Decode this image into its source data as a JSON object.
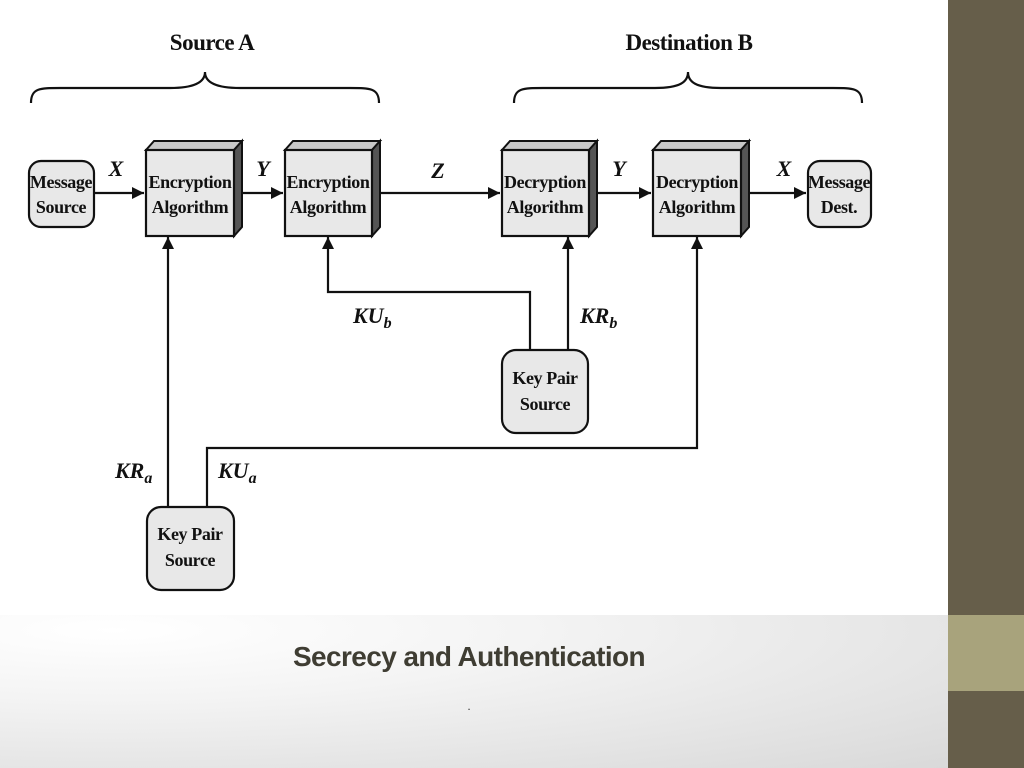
{
  "diagram": {
    "source_header": "Source A",
    "dest_header": "Destination B",
    "message_source": [
      "Message",
      "Source"
    ],
    "encryption_1": [
      "Encryption",
      "Algorithm"
    ],
    "encryption_2": [
      "Encryption",
      "Algorithm"
    ],
    "decryption_1": [
      "Decryption",
      "Algorithm"
    ],
    "decryption_2": [
      "Decryption",
      "Algorithm"
    ],
    "message_dest": [
      "Message",
      "Dest."
    ],
    "key_pair_b": [
      "Key Pair",
      "Source"
    ],
    "key_pair_a": [
      "Key Pair",
      "Source"
    ],
    "label_x_1": "X",
    "label_y_1": "Y",
    "label_z": "Z",
    "label_y_2": "Y",
    "label_x_2": "X",
    "label_kub": {
      "base": "KU",
      "sub": "b"
    },
    "label_krb": {
      "base": "KR",
      "sub": "b"
    },
    "label_kra": {
      "base": "KR",
      "sub": "a"
    },
    "label_kua": {
      "base": "KU",
      "sub": "a"
    }
  },
  "caption": "Secrecy and Authentication",
  "footnote": ".",
  "colors": {
    "sidebar_dark": "#665e4a",
    "sidebar_light": "#a8a37c",
    "box_fill": "#e8e8e8",
    "caption": "#3f3d33"
  }
}
